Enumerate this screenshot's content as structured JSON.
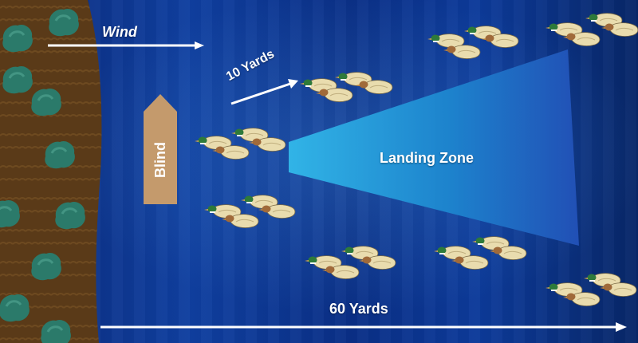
{
  "labels": {
    "wind": "Wind",
    "yards_10": "10 Yards",
    "blind": "Blind",
    "landing_zone": "Landing Zone",
    "yards_60": "60 Yards"
  },
  "colors": {
    "water": "#0f3fa0",
    "shore": "#5b3a16",
    "bushes": "#2b7a6a",
    "blind": "#c49a6c",
    "landing_zone": "#1fa7d8",
    "arrow": "#ffffff",
    "duck_body": "#e9dcae",
    "drake_head": "#2e7a3a",
    "hen_head": "#a06a3a"
  },
  "icons": {
    "decoy": "duck-decoy-icon",
    "bush": "bush-icon"
  }
}
